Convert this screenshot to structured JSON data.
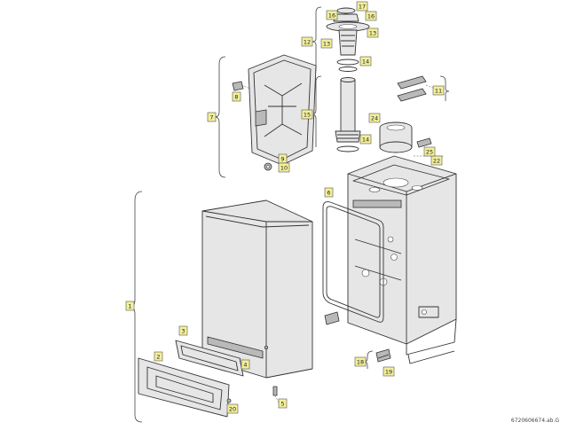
{
  "drawing_reference": "6720606674.ab.G",
  "callouts": {
    "c1": "1",
    "c2": "2",
    "c3": "3",
    "c4": "4",
    "c5": "5",
    "c6": "6",
    "c7": "7",
    "c8": "8",
    "c9": "9",
    "c10": "10",
    "c11": "11",
    "c12": "12",
    "c13a": "13",
    "c13b": "13",
    "c14a": "14",
    "c14b": "14",
    "c15": "15",
    "c16a": "16",
    "c16b": "16",
    "c17": "17",
    "c18": "18",
    "c19": "19",
    "c20": "20",
    "c22": "22",
    "c24": "24",
    "c25": "25"
  },
  "colors": {
    "callout_fill": "#f3ef9a",
    "line": "#333333"
  }
}
